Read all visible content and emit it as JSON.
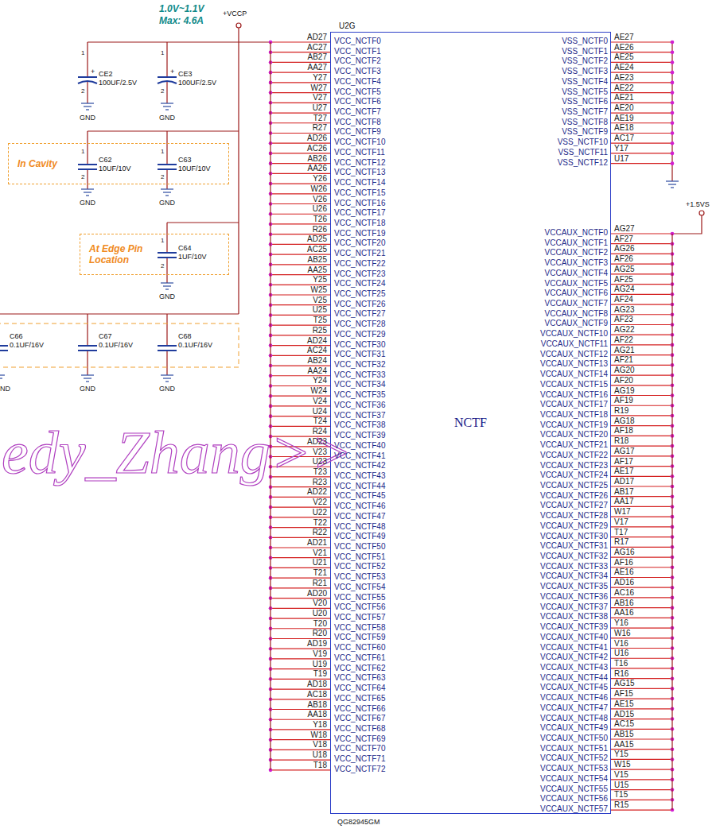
{
  "diagram": {
    "nodes": [
      {
        "text": [
          "U2G",
          "NCTF",
          "QG82945GM"
        ]
      },
      {
        "text": [
          "In Cavity"
        ]
      },
      {
        "text": [
          "At Edge Pin Location"
        ]
      }
    ],
    "labels": [
      "1.0V~1.1V",
      "Max: 4.6A",
      "+VCCP",
      "1",
      "+",
      "CE2",
      "100UF/2.5V",
      "2",
      "1",
      "+",
      "CE3",
      "100UF/2.5V",
      "2",
      "GND",
      "GND",
      "1",
      "C62",
      "10UF/10V",
      "2",
      "1",
      "C63",
      "10UF/10V",
      "2",
      "GND",
      "GND",
      "1",
      "C64",
      "1UF/10V",
      "2",
      "GND",
      "C66",
      "0.1UF/16V",
      "C67",
      "0.1UF/16V",
      "C68",
      "0.1UF/16V",
      "ND",
      "GND",
      "GND",
      "edy_Zhang>>",
      "+1.5VS",
      "AD27",
      "VCC_NCTF0",
      "AC27",
      "VCC_NCTF1",
      "AB27",
      "VCC_NCTF2",
      "AA27",
      "VCC_NCTF3",
      "Y27",
      "VCC_NCTF4",
      "W27",
      "VCC_NCTF5",
      "V27",
      "VCC_NCTF6",
      "U27",
      "VCC_NCTF7",
      "T27",
      "VCC_NCTF8",
      "R27",
      "VCC_NCTF9",
      "AD26",
      "VCC_NCTF10",
      "AC26",
      "VCC_NCTF11",
      "AB26",
      "VCC_NCTF12",
      "AA26",
      "VCC_NCTF13",
      "Y26",
      "VCC_NCTF14",
      "W26",
      "VCC_NCTF15",
      "V26",
      "VCC_NCTF16",
      "U26",
      "VCC_NCTF17",
      "T26",
      "VCC_NCTF18",
      "R26",
      "VCC_NCTF19",
      "AD25",
      "VCC_NCTF20",
      "AC25",
      "VCC_NCTF21",
      "AB25",
      "VCC_NCTF22",
      "AA25",
      "VCC_NCTF23",
      "Y25",
      "VCC_NCTF24",
      "W25",
      "VCC_NCTF25",
      "V25",
      "VCC_NCTF26",
      "U25",
      "VCC_NCTF27",
      "T25",
      "VCC_NCTF28",
      "R25",
      "VCC_NCTF29",
      "AD24",
      "VCC_NCTF30",
      "AC24",
      "VCC_NCTF31",
      "AB24",
      "VCC_NCTF32",
      "AA24",
      "VCC_NCTF33",
      "Y24",
      "VCC_NCTF34",
      "W24",
      "VCC_NCTF35",
      "V24",
      "VCC_NCTF36",
      "U24",
      "VCC_NCTF37",
      "T24",
      "VCC_NCTF38",
      "R24",
      "VCC_NCTF39",
      "AD23",
      "VCC_NCTF40",
      "V23",
      "VCC_NCTF41",
      "U23",
      "VCC_NCTF42",
      "T23",
      "VCC_NCTF43",
      "R23",
      "VCC_NCTF44",
      "AD22",
      "VCC_NCTF45",
      "V22",
      "VCC_NCTF46",
      "U22",
      "VCC_NCTF47",
      "T22",
      "VCC_NCTF48",
      "R22",
      "VCC_NCTF49",
      "AD21",
      "VCC_NCTF50",
      "V21",
      "VCC_NCTF51",
      "U21",
      "VCC_NCTF52",
      "T21",
      "VCC_NCTF53",
      "R21",
      "VCC_NCTF54",
      "AD20",
      "VCC_NCTF55",
      "V20",
      "VCC_NCTF56",
      "U20",
      "VCC_NCTF57",
      "T20",
      "VCC_NCTF58",
      "R20",
      "VCC_NCTF59",
      "AD19",
      "VCC_NCTF60",
      "V19",
      "VCC_NCTF61",
      "U19",
      "VCC_NCTF62",
      "T19",
      "VCC_NCTF63",
      "AD18",
      "VCC_NCTF64",
      "AC18",
      "VCC_NCTF65",
      "AB18",
      "VCC_NCTF66",
      "AA18",
      "VCC_NCTF67",
      "Y18",
      "VCC_NCTF68",
      "W18",
      "VCC_NCTF69",
      "V18",
      "VCC_NCTF70",
      "U18",
      "VCC_NCTF71",
      "T18",
      "VCC_NCTF72",
      "VSS_NCTF0",
      "AE27",
      "VSS_NCTF1",
      "AE26",
      "VSS_NCTF2",
      "AE25",
      "VSS_NCTF3",
      "AE24",
      "VSS_NCTF4",
      "AE23",
      "VSS_NCTF5",
      "AE22",
      "VSS_NCTF6",
      "AE21",
      "VSS_NCTF7",
      "AE20",
      "VSS_NCTF8",
      "AE19",
      "VSS_NCTF9",
      "AE18",
      "VSS_NCTF10",
      "AC17",
      "VSS_NCTF11",
      "Y17",
      "VSS_NCTF12",
      "U17",
      "VCCAUX_NCTF0",
      "AG27",
      "VCCAUX_NCTF1",
      "AF27",
      "VCCAUX_NCTF2",
      "AG26",
      "VCCAUX_NCTF3",
      "AF26",
      "VCCAUX_NCTF4",
      "AG25",
      "VCCAUX_NCTF5",
      "AF25",
      "VCCAUX_NCTF6",
      "AG24",
      "VCCAUX_NCTF7",
      "AF24",
      "VCCAUX_NCTF8",
      "AG23",
      "VCCAUX_NCTF9",
      "AF23",
      "VCCAUX_NCTF10",
      "AG22",
      "VCCAUX_NCTF11",
      "AF22",
      "VCCAUX_NCTF12",
      "AG21",
      "VCCAUX_NCTF13",
      "AF21",
      "VCCAUX_NCTF14",
      "AG20",
      "VCCAUX_NCTF15",
      "AF20",
      "VCCAUX_NCTF16",
      "AG19",
      "VCCAUX_NCTF17",
      "AF19",
      "VCCAUX_NCTF18",
      "R19",
      "VCCAUX_NCTF19",
      "AG18",
      "VCCAUX_NCTF20",
      "AF18",
      "VCCAUX_NCTF21",
      "R18",
      "VCCAUX_NCTF22",
      "AG17",
      "VCCAUX_NCTF23",
      "AF17",
      "VCCAUX_NCTF24",
      "AE17",
      "VCCAUX_NCTF25",
      "AD17",
      "VCCAUX_NCTF26",
      "AB17",
      "VCCAUX_NCTF27",
      "AA17",
      "VCCAUX_NCTF28",
      "W17",
      "VCCAUX_NCTF29",
      "V17",
      "VCCAUX_NCTF30",
      "T17",
      "VCCAUX_NCTF31",
      "R17",
      "VCCAUX_NCTF32",
      "AG16",
      "VCCAUX_NCTF33",
      "AF16",
      "VCCAUX_NCTF34",
      "AE16",
      "VCCAUX_NCTF35",
      "AD16",
      "VCCAUX_NCTF36",
      "AC16",
      "VCCAUX_NCTF37",
      "AB16",
      "VCCAUX_NCTF38",
      "AA16",
      "VCCAUX_NCTF39",
      "Y16",
      "VCCAUX_NCTF40",
      "W16",
      "VCCAUX_NCTF41",
      "V16",
      "VCCAUX_NCTF42",
      "U16",
      "VCCAUX_NCTF43",
      "T16",
      "VCCAUX_NCTF44",
      "R16",
      "VCCAUX_NCTF45",
      "AG15",
      "VCCAUX_NCTF46",
      "AF15",
      "VCCAUX_NCTF47",
      "AE15",
      "VCCAUX_NCTF48",
      "AD15",
      "VCCAUX_NCTF49",
      "AC15",
      "VCCAUX_NCTF50",
      "AB15",
      "VCCAUX_NCTF51",
      "AA15",
      "VCCAUX_NCTF52",
      "Y15",
      "VCCAUX_NCTF53",
      "W15",
      "VCCAUX_NCTF54",
      "V15",
      "VCCAUX_NCTF55",
      "U15",
      "VCCAUX_NCTF56",
      "T15",
      "VCCAUX_NCTF57",
      "R15"
    ]
  }
}
